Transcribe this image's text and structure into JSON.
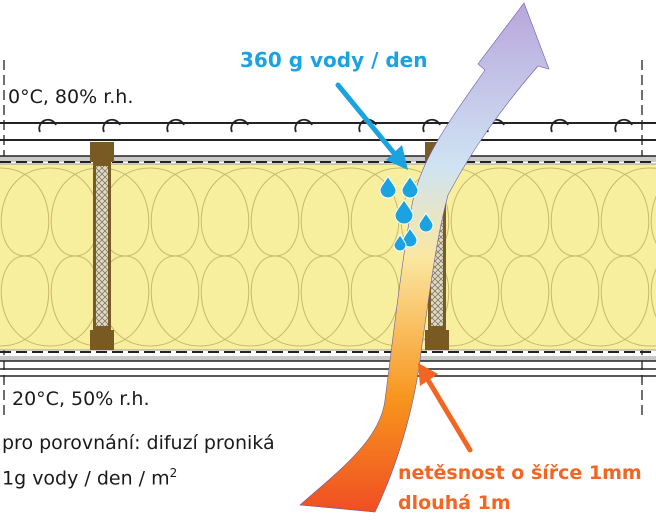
{
  "labels": {
    "outside_condition": "0°C, 80% r.h.",
    "inside_condition": "20°C, 50% r.h.",
    "leak_amount": "360 g vody / den",
    "comparison_line1": "pro porovnání: difuzí proniká",
    "comparison_line2": "1g vody / den / m",
    "comparison_exponent": "2",
    "leak_line1": "netěsnost o šířce 1mm",
    "leak_line2": "dlouhá 1m"
  },
  "colors": {
    "insulation": "#f8ef9e",
    "stud": "#7a5a23",
    "cold_arrow": "#b7a8dc",
    "warm_arrow": "#f26522",
    "water": "#1aa3e0",
    "text": "#1a1a1a"
  }
}
